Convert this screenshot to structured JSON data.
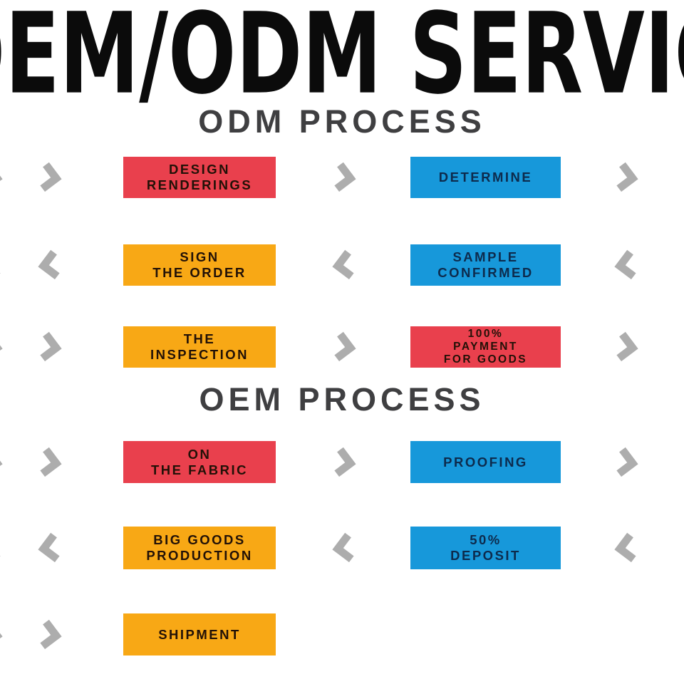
{
  "page": {
    "title": "OEM/ODM SERVICE"
  },
  "colors": {
    "red": "#e9404d",
    "blue": "#1798da",
    "orange": "#f8a815",
    "arrow": "#adadad",
    "heading": "#3f3f41",
    "title": "#0b0b0b",
    "text_on_warm": "#221107",
    "text_on_blue": "#0d2b4d",
    "background": "#ffffff"
  },
  "icons": {
    "right": "chevron-right-icon",
    "left": "chevron-left-icon"
  },
  "sections": [
    {
      "heading": "ODM PROCESS",
      "rows": [
        {
          "arrow": "right",
          "steps": [
            {
              "color": "red",
              "lines": [
                "DESIGN",
                "RENDERINGS"
              ]
            },
            {
              "color": "blue",
              "lines": [
                "DETERMINE"
              ]
            }
          ]
        },
        {
          "arrow": "left",
          "steps": [
            {
              "color": "orange",
              "lines": [
                "SIGN",
                "THE ORDER"
              ]
            },
            {
              "color": "blue",
              "lines": [
                "SAMPLE",
                "CONFIRMED"
              ]
            }
          ]
        },
        {
          "arrow": "right",
          "steps": [
            {
              "color": "orange",
              "lines": [
                "THE",
                "INSPECTION"
              ]
            },
            {
              "color": "red",
              "lines": [
                "100%",
                "PAYMENT",
                "FOR GOODS"
              ]
            }
          ]
        }
      ]
    },
    {
      "heading": "OEM PROCESS",
      "rows": [
        {
          "arrow": "right",
          "steps": [
            {
              "color": "red",
              "lines": [
                "ON",
                "THE FABRIC"
              ]
            },
            {
              "color": "blue",
              "lines": [
                "PROOFING"
              ]
            }
          ]
        },
        {
          "arrow": "left",
          "steps": [
            {
              "color": "orange",
              "lines": [
                "BIG GOODS",
                "PRODUCTION"
              ]
            },
            {
              "color": "blue",
              "lines": [
                "50%",
                "DEPOSIT"
              ]
            }
          ]
        },
        {
          "arrow": "right",
          "steps": [
            {
              "color": "orange",
              "lines": [
                "SHIPMENT"
              ]
            }
          ]
        }
      ]
    }
  ]
}
